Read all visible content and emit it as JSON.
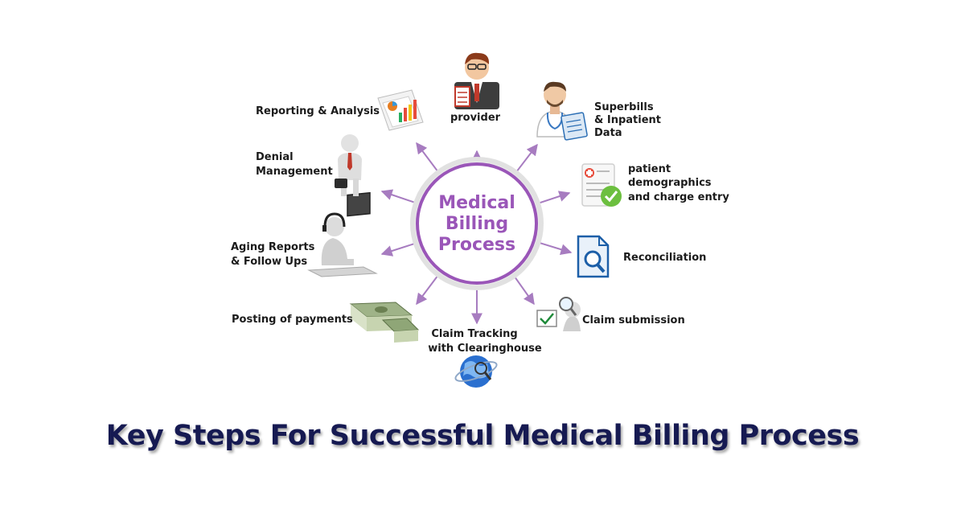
{
  "center": {
    "line1": "Medical",
    "line2": "Billing",
    "line3": "Process"
  },
  "steps": {
    "provider": "provider",
    "superbills": [
      "Superbills",
      "& Inpatient",
      "Data"
    ],
    "demographics": [
      "patient",
      "demographics",
      "and charge entry"
    ],
    "reconciliation": "Reconciliation",
    "claim_submission": "Claim submission",
    "claim_tracking": [
      "Claim Tracking",
      "with Clearinghouse"
    ],
    "posting_payments": "Posting of payments",
    "aging_reports": [
      "Aging Reports",
      "& Follow Ups"
    ],
    "denial_management": [
      "Denial",
      "Management"
    ],
    "reporting_analysis": "Reporting & Analysis"
  },
  "title": "Key Steps For Successful Medical Billing Process",
  "colors": {
    "accent": "#9a56b8",
    "connector": "#a77cc0",
    "title": "#161a52"
  },
  "icons": [
    "doctor-icon",
    "medical-chart-icon",
    "checklist-icon",
    "document-search-icon",
    "checkmark-magnifier-icon",
    "globe-search-icon",
    "money-stack-icon",
    "headset-computer-icon",
    "businessman-icon",
    "report-charts-icon"
  ]
}
